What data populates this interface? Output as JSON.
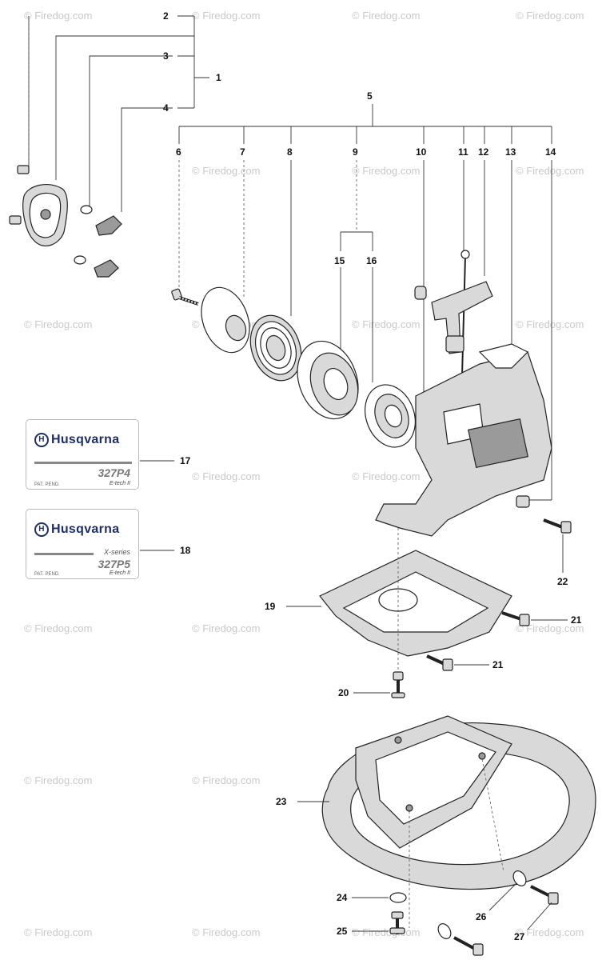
{
  "watermark": "© Firedog.com",
  "callouts": {
    "c1": "1",
    "c2": "2",
    "c3": "3",
    "c4": "4",
    "c5": "5",
    "c6": "6",
    "c7": "7",
    "c8": "8",
    "c9": "9",
    "c10": "10",
    "c11": "11",
    "c12": "12",
    "c13": "13",
    "c14": "14",
    "c15": "15",
    "c16": "16",
    "c17": "17",
    "c18": "18",
    "c19": "19",
    "c20": "20",
    "c21": "21",
    "c22": "22",
    "c23": "23",
    "c24": "24",
    "c25": "25",
    "c26": "26",
    "c27": "27"
  },
  "decals": {
    "d17": {
      "brand": "Husqvarna",
      "series": "",
      "model": "327P4",
      "patent": "PAT. PEND.",
      "tech": "E-tech II"
    },
    "d18": {
      "brand": "Husqvarna",
      "series": "X-series",
      "model": "327P5",
      "patent": "PAT. PEND.",
      "tech": "E-tech II"
    }
  }
}
